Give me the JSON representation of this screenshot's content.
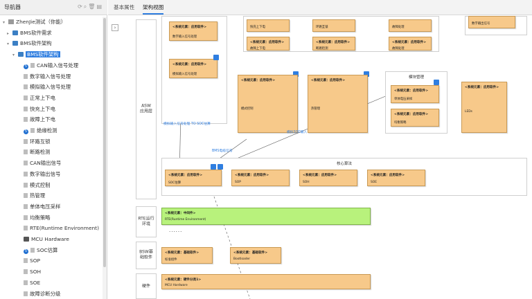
{
  "navigator": {
    "title": "导航器",
    "tree": [
      {
        "label": "ZhenJie测试（你能）",
        "level": 0,
        "icon": "root",
        "arrow": "▾"
      },
      {
        "label": "BMS软件需求",
        "level": 1,
        "icon": "folder",
        "arrow": "▸"
      },
      {
        "label": "BMS软件架构",
        "level": 1,
        "icon": "folder",
        "arrow": "▾"
      },
      {
        "label": "BMS软件架构",
        "level": 2,
        "icon": "folder",
        "arrow": "▾",
        "selected": true
      },
      {
        "label": "CAN输入信号处理",
        "level": 3,
        "icon": "doc",
        "badge": "5"
      },
      {
        "label": "数字输入信号处理",
        "level": 3,
        "icon": "doc"
      },
      {
        "label": "模拟输入信号处理",
        "level": 3,
        "icon": "doc"
      },
      {
        "label": "正常上下电",
        "level": 3,
        "icon": "doc"
      },
      {
        "label": "快充上下电",
        "level": 3,
        "icon": "doc"
      },
      {
        "label": "故障上下电",
        "level": 3,
        "icon": "doc"
      },
      {
        "label": "绝缘检测",
        "level": 3,
        "icon": "doc",
        "badge": "5"
      },
      {
        "label": "环路互锁",
        "level": 3,
        "icon": "doc"
      },
      {
        "label": "断路检测",
        "level": 3,
        "icon": "doc"
      },
      {
        "label": "CAN输出信号",
        "level": 3,
        "icon": "doc"
      },
      {
        "label": "数字输出信号",
        "level": 3,
        "icon": "doc"
      },
      {
        "label": "模式控制",
        "level": 3,
        "icon": "doc"
      },
      {
        "label": "热管理",
        "level": 3,
        "icon": "doc"
      },
      {
        "label": "单体电压采样",
        "level": 3,
        "icon": "doc"
      },
      {
        "label": "均衡策略",
        "level": 3,
        "icon": "doc"
      },
      {
        "label": "RTE(Runtime Environment)",
        "level": 3,
        "icon": "doc"
      },
      {
        "label": "MCU Hardware",
        "level": 3,
        "icon": "hw"
      },
      {
        "label": "SOC估算",
        "level": 3,
        "icon": "doc",
        "badge": "5"
      },
      {
        "label": "SOP",
        "level": 3,
        "icon": "doc"
      },
      {
        "label": "SOH",
        "level": 3,
        "icon": "doc"
      },
      {
        "label": "SOE",
        "level": 3,
        "icon": "doc"
      },
      {
        "label": "故障诊断分级",
        "level": 3,
        "icon": "doc"
      }
    ]
  },
  "tabs": [
    {
      "label": "基本属性",
      "active": false
    },
    {
      "label": "架构视图",
      "active": true
    }
  ],
  "diagram": {
    "layers": {
      "asw": "ASW\n应用层",
      "rte": "RTE运行\n环境",
      "bsw": "BSW基\n础软件",
      "hw": "硬件"
    },
    "groups": {
      "module_mgmt": "模块管理",
      "core_algo": "核心算法"
    },
    "elem_header_app": "<系统元素：应用软件>",
    "elem_header_mid": "<系统元素：中间件>",
    "elem_header_base": "<系统元素：基础软件>",
    "elem_header_hw": "<系统元素：硬件分类1>",
    "elements": {
      "a1": "数字输入信号处理",
      "a2": "模拟输入信号处理",
      "t1": "快充上下电",
      "t2": "故障上下电",
      "t3": "环路互锁",
      "t4": "断路检测",
      "t5": "故障处理",
      "t6": "故障处理",
      "t7": "数字输出信号",
      "m1": "模式控制",
      "m2": "热管理",
      "s1": "单体电压采样",
      "s2": "均衡策略",
      "leds": "LEDs",
      "c1": "SOC估算",
      "c2": "SOP",
      "c3": "SOH",
      "c4": "SOE",
      "rte": "RTE(Runtime Environment)",
      "b1": "标准组件",
      "b2": "Bootloader",
      "hw": "MCU Hardware"
    },
    "connector_labels": {
      "l1": "模拟输入信号处理 TO SOC估算",
      "l2": "BMS电缆信号",
      "l3": "模拟SOC输入"
    },
    "ellipsis": "......"
  },
  "colors": {
    "element_fill": "#f7c98a",
    "middleware_fill": "#b8f27c",
    "accent": "#2f7ee0"
  }
}
